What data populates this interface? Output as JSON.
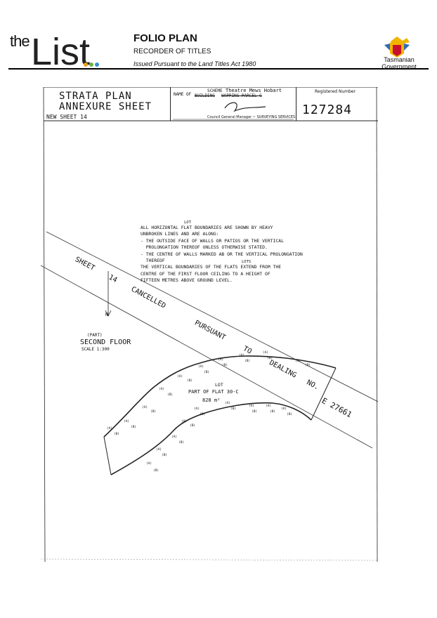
{
  "header": {
    "logo_the": "the",
    "logo_list": "List",
    "title": "FOLIO PLAN",
    "subtitle": "RECORDER OF TITLES",
    "act": "Issued Pursuant to the Land Titles Act 1980",
    "government_line1": "Tasmanian",
    "government_line2": "Government"
  },
  "plan": {
    "title_line1": "STRATA  PLAN",
    "title_line2": "ANNEXURE  SHEET",
    "new_sheet": "NEW SHEET 14",
    "name_label": "NAME OF",
    "scheme_label": "SCHEME",
    "scheme_value": "Theatre Mews Hobart",
    "building_label": "BUILDING",
    "building_value": "WAPPING PARCEL G",
    "signature_caption": "Council General Manager ~ SURVEYING SERVICES",
    "registered_label": "Registered Number",
    "registered_number": "127284",
    "notes": [
      "ALL HORIZONTAL FLAT BOUNDARIES ARE SHOWN BY HEAVY",
      "UNBROKEN LINES AND ARE ALONG:",
      "- THE OUTSIDE FACE OF WALLS OR PATIOS OR THE VERTICAL",
      "  PROLONGATION THEREOF UNLESS OTHERWISE STATED.",
      "- THE CENTRE OF WALLS MARKED AB OR THE VERTICAL PROLONGATION",
      "  THEREOF",
      "THE VERTICAL BOUNDARIES OF THE FLATS EXTEND FROM THE",
      "CENTRE OF THE FIRST FLOOR CEILING TO A HEIGHT OF",
      "FIFTEEN METRES ABOVE GROUND LEVEL."
    ],
    "lot_over_1": "LOT",
    "lot_over_2": "LOTS",
    "cancel_stamp": [
      "SHEET",
      "14",
      "CANCELLED",
      "PURSUANT",
      "TO",
      "DEALING",
      "NO.",
      "E 27661"
    ],
    "north": "N",
    "floor_part": "(PART)",
    "floor": "SECOND FLOOR",
    "scale": "SCALE 1:300",
    "lot_label": "LOT",
    "lot_part": "PART OF FLAT 30-C",
    "lot_area": "828 m²",
    "mark_a": "(A)",
    "mark_b": "(B)"
  }
}
